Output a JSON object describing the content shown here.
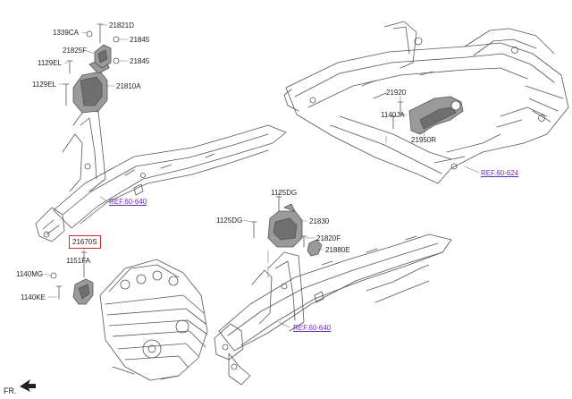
{
  "colors": {
    "line": "#555555",
    "part_fill": "#9a9a9a",
    "part_dark": "#6f6f6f",
    "reference_link": "#6a2fb0",
    "highlight_box": "#d22a2a"
  },
  "labels": {
    "p1339CA": "1339CA",
    "p21821D": "21821D",
    "p21845a": "21845",
    "p21825F": "21825F",
    "p1129ELa": "1129EL",
    "p21845b": "21845",
    "p1129ELb": "1129EL",
    "p21810A": "21810A",
    "p21920": "21920",
    "p1140JA": "1140JA",
    "p21950R": "21950R",
    "p1125DGa": "1125DG",
    "p1125DGb": "1125DG",
    "p21830": "21830",
    "p21820F": "21820F",
    "p21880E": "21880E",
    "p21670S": "21670S",
    "p1151FA": "1151FA",
    "p1140MG": "1140MG",
    "p1140KE": "1140KE"
  },
  "references": {
    "ref_top_left": "REF.60-640",
    "ref_top_right": "REF.60-624",
    "ref_bottom": "REF.60-640"
  },
  "orientation": {
    "label": "FR."
  }
}
